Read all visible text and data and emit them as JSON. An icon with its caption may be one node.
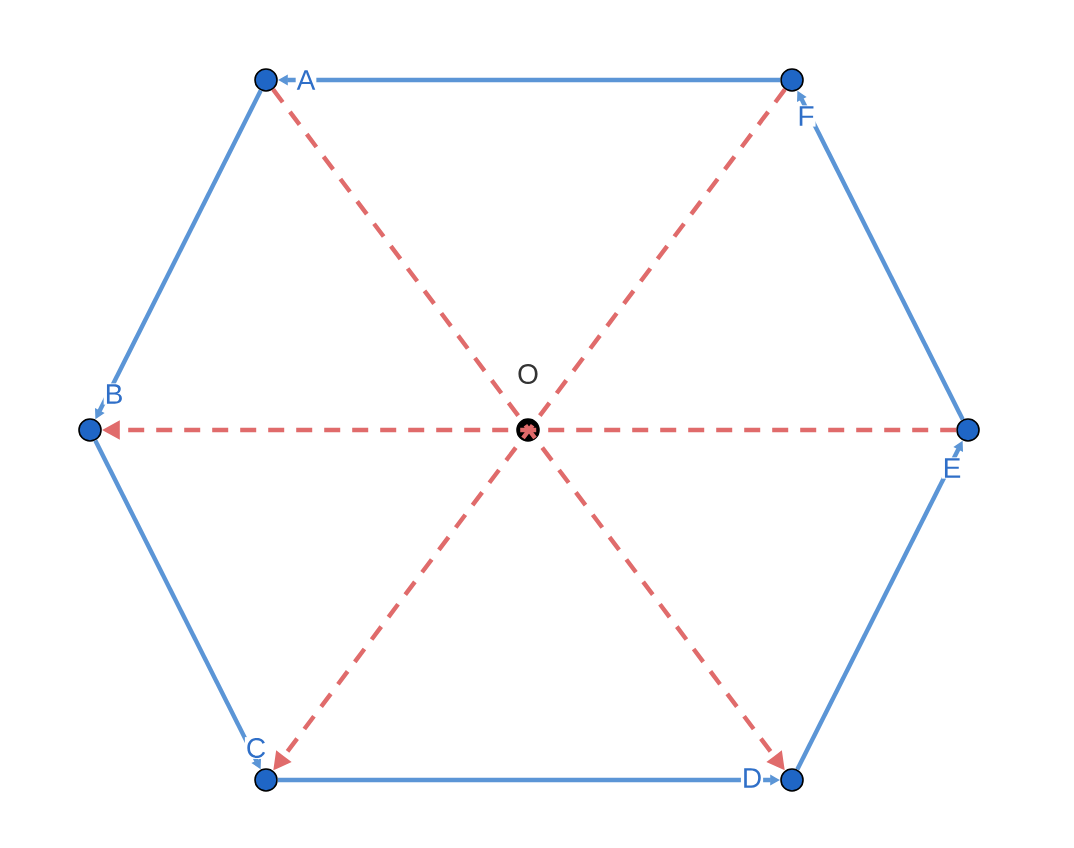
{
  "diagram": {
    "nodes": [
      {
        "text": [],
        "shape": "circle",
        "beside": [
          "A"
        ]
      },
      {
        "text": [],
        "shape": "circle",
        "beside": [
          "F"
        ]
      },
      {
        "text": [],
        "shape": "circle",
        "beside": [
          "B"
        ]
      },
      {
        "text": [],
        "shape": "circle",
        "beside": [
          "O"
        ]
      },
      {
        "text": [],
        "shape": "circle",
        "beside": [
          "E"
        ]
      },
      {
        "text": [],
        "shape": "circle",
        "beside": [
          "C"
        ]
      },
      {
        "text": [],
        "shape": "circle",
        "beside": [
          "D"
        ]
      }
    ],
    "edges": [
      {
        "from": 1,
        "to": 0,
        "arrow": "to"
      },
      {
        "from": 0,
        "to": 2,
        "arrow": "to"
      },
      {
        "from": 2,
        "to": 5,
        "arrow": "to"
      },
      {
        "from": 5,
        "to": 6,
        "arrow": "to"
      },
      {
        "from": 6,
        "to": 4,
        "arrow": "to"
      },
      {
        "from": 4,
        "to": 1,
        "arrow": "to"
      },
      {
        "from": 4,
        "to": 2,
        "arrow": "to",
        "style": "dashed",
        "color": "#e06b6b"
      },
      {
        "from": 1,
        "to": 5,
        "arrow": "to",
        "style": "dashed",
        "color": "#e06b6b"
      },
      {
        "from": 0,
        "to": 6,
        "arrow": "to",
        "style": "dashed",
        "color": "#e06b6b"
      }
    ]
  }
}
